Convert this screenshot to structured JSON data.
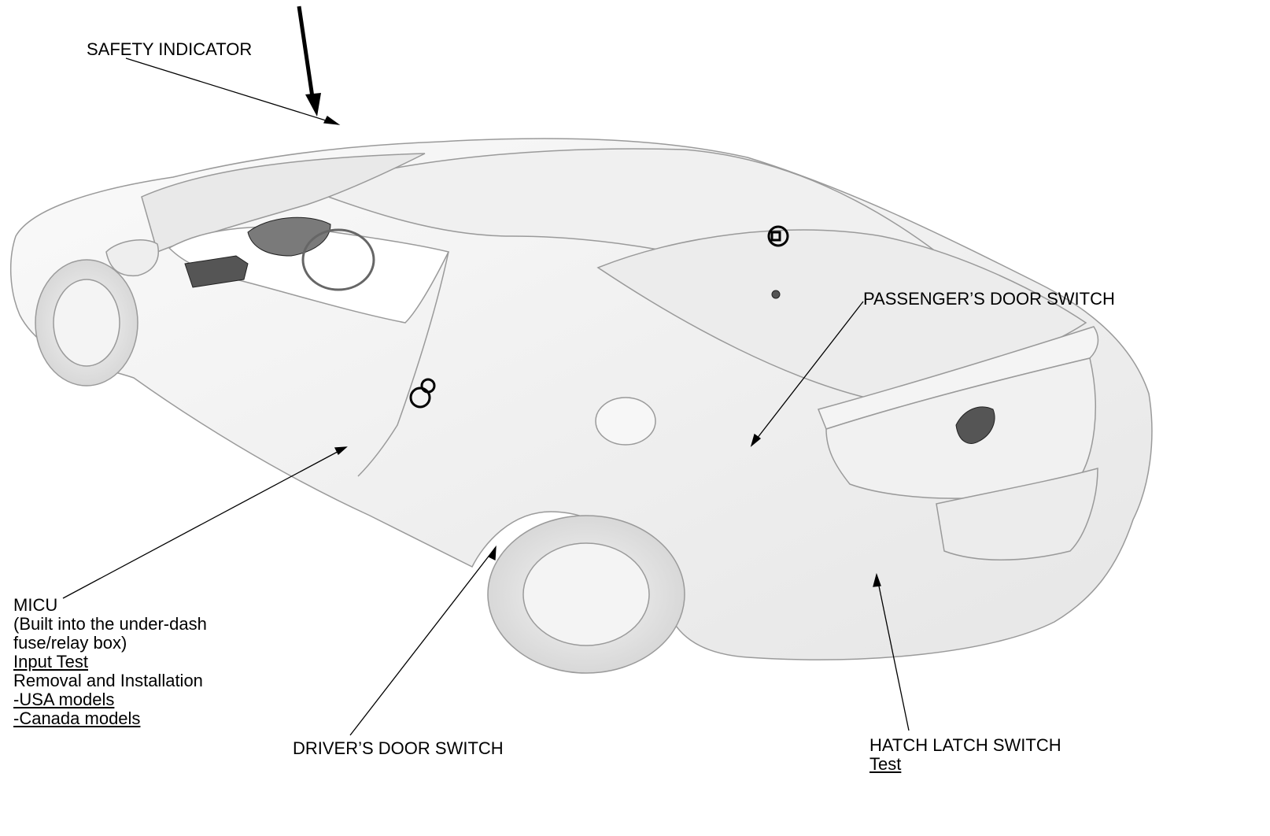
{
  "labels": {
    "safety_indicator": "SAFETY INDICATOR",
    "passenger_door_switch": "PASSENGER’S DOOR SWITCH",
    "micu": {
      "title": "MICU",
      "note_line1": "(Built into the under-dash",
      "note_line2": "fuse/relay box)",
      "link_input_test": "Input Test",
      "removal_installation": "Removal and Installation",
      "link_usa": "-USA models",
      "link_canada": "-Canada models"
    },
    "driver_door_switch": "DRIVER’S DOOR SWITCH",
    "hatch_latch_switch": {
      "title": "HATCH LATCH SWITCH",
      "link_test": "Test"
    }
  },
  "colors": {
    "line": "#000000",
    "car_body": "#f3f3f3",
    "car_outline": "#9a9a9a",
    "component": "#555555"
  }
}
